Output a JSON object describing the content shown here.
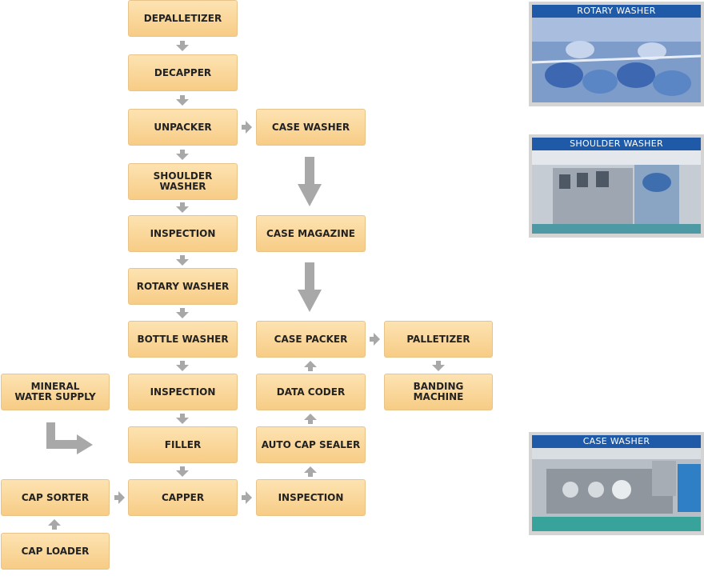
{
  "diagram": {
    "steps": {
      "depalletizer": "DEPALLETIZER",
      "decapper": "DECAPPER",
      "unpacker": "UNPACKER",
      "case_washer": "CASE WASHER",
      "shoulder_washer": "SHOULDER\nWASHER",
      "inspection_1": "INSPECTION",
      "case_magazine": "CASE MAGAZINE",
      "rotary_washer": "ROTARY WASHER",
      "bottle_washer": "BOTTLE WASHER",
      "case_packer": "CASE PACKER",
      "palletizer": "PALLETIZER",
      "mineral_water_supply": "MINERAL\nWATER SUPPLY",
      "inspection_2": "INSPECTION",
      "data_coder": "DATA CODER",
      "banding_machine": "BANDING\nMACHINE",
      "filler": "FILLER",
      "auto_cap_sealer": "AUTO CAP SEALER",
      "cap_sorter": "CAP SORTER",
      "capper": "CAPPER",
      "inspection_3": "INSPECTION",
      "cap_loader": "CAP LOADER"
    },
    "colors": {
      "box_fill": "#f9d597",
      "box_border": "#e8c48a",
      "arrow": "#a8a8a8"
    }
  },
  "photos": {
    "rotary_washer": "ROTARY WASHER",
    "shoulder_washer": "SHOULDER WASHER",
    "case_washer": "CASE WASHER"
  }
}
